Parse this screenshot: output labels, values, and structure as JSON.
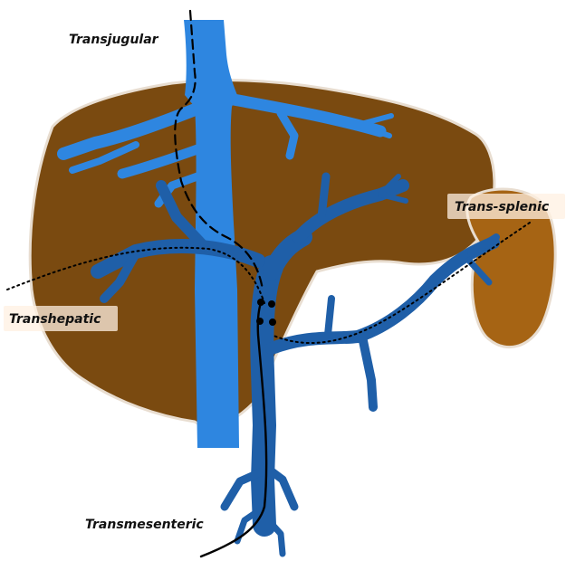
{
  "labels": {
    "transjugular": "Transjugular",
    "transhepatic": "Transhepatic",
    "trans_splenic": "Trans-splenic",
    "transmesenteric": "Transmesenteric"
  },
  "colors": {
    "liver": "#7a4a10",
    "spleen": "#a66414",
    "hepatic_veins": "#2e86e0",
    "portal_system": "#1f5fa8",
    "route_line": "#000000"
  }
}
